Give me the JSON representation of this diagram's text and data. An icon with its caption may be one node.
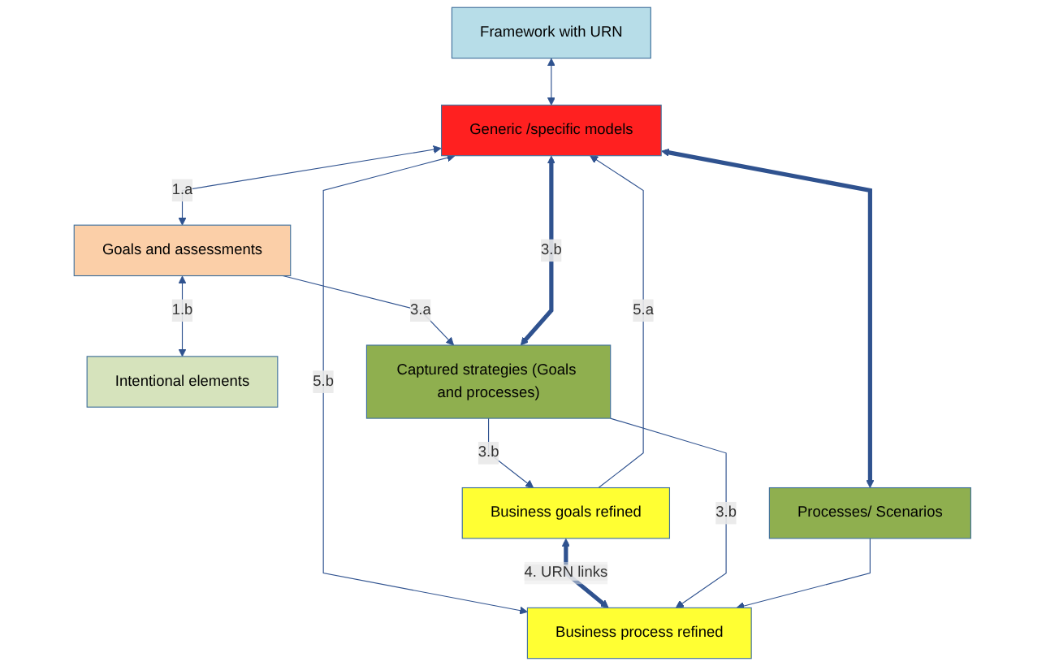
{
  "diagram": {
    "nodes": [
      {
        "text": [
          "Framework with URN"
        ]
      },
      {
        "text": [
          "Generic /specific models"
        ]
      },
      {
        "text": [
          "Goals and assessments"
        ]
      },
      {
        "text": [
          "Business goals refined"
        ]
      },
      {
        "text": [
          "Business process refined"
        ]
      },
      {
        "text": [
          "Intentional elements"
        ]
      },
      {
        "text": [
          "Captured strategies (Goals and processes)"
        ]
      },
      {
        "text": [
          "Processes/ Scenarios"
        ]
      }
    ],
    "edges": [
      {
        "from": 0,
        "to": 1,
        "arrow": "both"
      },
      {
        "from": 1,
        "to": 2,
        "arrow": "both",
        "label": "1.a"
      },
      {
        "from": 2,
        "to": 5,
        "arrow": "both",
        "label": "1.b"
      },
      {
        "from": 2,
        "to": 6,
        "arrow": "to",
        "label": "3.a"
      },
      {
        "from": 1,
        "to": 6,
        "arrow": "both",
        "label": "3.b",
        "style": "thick"
      },
      {
        "from": 3,
        "to": 1,
        "arrow": "to",
        "label": "5.a"
      },
      {
        "from": 1,
        "to": 4,
        "arrow": "both",
        "label": "5.b"
      },
      {
        "from": 3,
        "to": 4,
        "arrow": "both",
        "label": "4. URN links",
        "style": "thick"
      },
      {
        "from": 6,
        "to": 3,
        "arrow": "to",
        "label": "3.b"
      },
      {
        "from": 6,
        "to": 4,
        "arrow": "to",
        "label": "3.b"
      },
      {
        "from": 7,
        "to": 4,
        "arrow": "to"
      },
      {
        "from": 1,
        "to": 7,
        "arrow": "both",
        "style": "thick"
      }
    ]
  }
}
